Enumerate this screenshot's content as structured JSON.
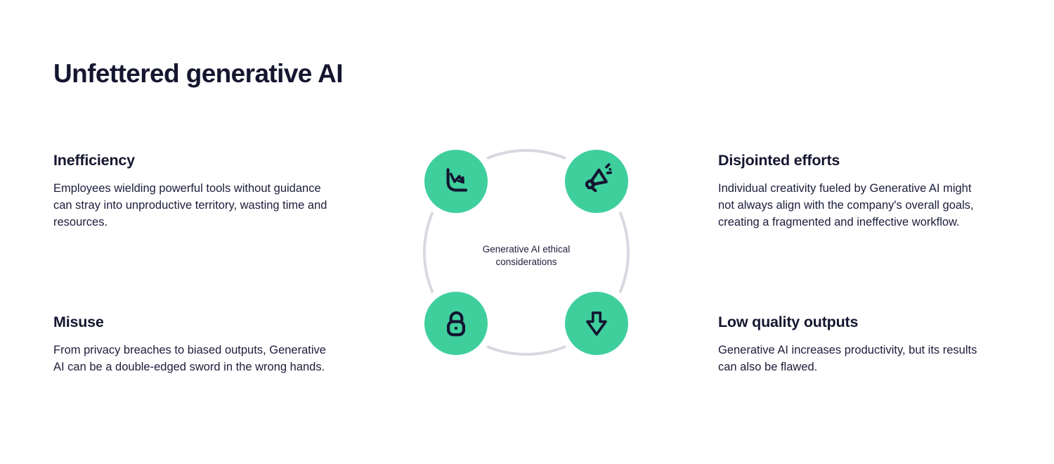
{
  "page": {
    "title": "Unfettered generative AI"
  },
  "colors": {
    "accent_green": "#3FCF9D",
    "ink_navy": "#15162F",
    "body_text": "#1C1D3B",
    "ring_gray": "#D6D9DF",
    "background": "#FFFFFF"
  },
  "sections": [
    {
      "title": "Inefficiency",
      "body": "Employees wielding powerful tools without guidance can stray into unproductive territory, wasting time and resources."
    },
    {
      "title": "Misuse",
      "body": "From privacy breaches to biased outputs, Generative AI can be a double-edged sword in the wrong hands."
    },
    {
      "title": "Disjointed efforts",
      "body": "Individual creativity fueled by Generative AI might not always align with the company's overall goals, creating a fragmented and ineffective workflow."
    },
    {
      "title": "Low quality outputs",
      "body": "Generative AI increases productivity, but its results can also be flawed."
    }
  ],
  "diagram": {
    "center_label": "Generative AI ethical considerations",
    "nodes": [
      {
        "icon": "declining-chart-icon",
        "position": "top-left",
        "relates_to": "Inefficiency"
      },
      {
        "icon": "megaphone-icon",
        "position": "top-right",
        "relates_to": "Disjointed efforts"
      },
      {
        "icon": "unlocked-padlock-icon",
        "position": "bottom-left",
        "relates_to": "Misuse"
      },
      {
        "icon": "down-arrow-icon",
        "position": "bottom-right",
        "relates_to": "Low quality outputs"
      }
    ]
  }
}
